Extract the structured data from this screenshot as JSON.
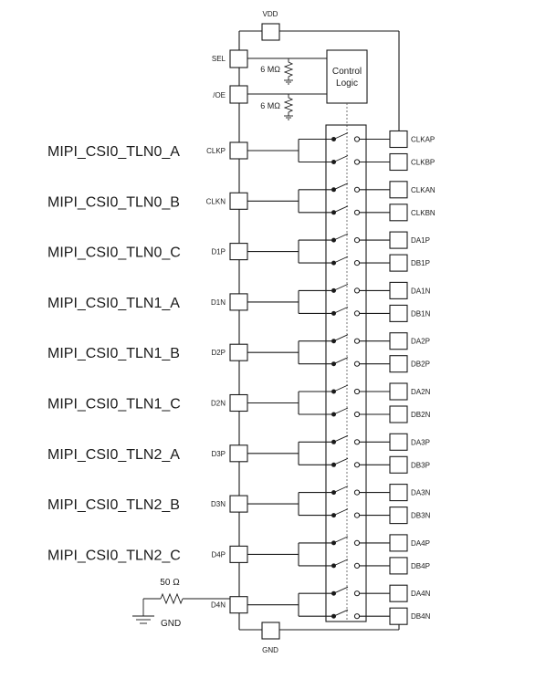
{
  "power": {
    "vdd": "VDD",
    "gnd": "GND"
  },
  "control": {
    "sel": "SEL",
    "oe": "/OE",
    "resistor_top": "6 MΩ",
    "resistor_bottom": "6 MΩ",
    "logic_line1": "Control",
    "logic_line2": "Logic"
  },
  "termination": {
    "resistor": "50 Ω",
    "gnd": "GND"
  },
  "channels": [
    {
      "signal": "MIPI_CSI0_TLN0_A",
      "input": "CLKP",
      "out_a": "CLKAP",
      "out_b": "CLKBP"
    },
    {
      "signal": "MIPI_CSI0_TLN0_B",
      "input": "CLKN",
      "out_a": "CLKAN",
      "out_b": "CLKBN"
    },
    {
      "signal": "MIPI_CSI0_TLN0_C",
      "input": "D1P",
      "out_a": "DA1P",
      "out_b": "DB1P"
    },
    {
      "signal": "MIPI_CSI0_TLN1_A",
      "input": "D1N",
      "out_a": "DA1N",
      "out_b": "DB1N"
    },
    {
      "signal": "MIPI_CSI0_TLN1_B",
      "input": "D2P",
      "out_a": "DA2P",
      "out_b": "DB2P"
    },
    {
      "signal": "MIPI_CSI0_TLN1_C",
      "input": "D2N",
      "out_a": "DA2N",
      "out_b": "DB2N"
    },
    {
      "signal": "MIPI_CSI0_TLN2_A",
      "input": "D3P",
      "out_a": "DA3P",
      "out_b": "DB3P"
    },
    {
      "signal": "MIPI_CSI0_TLN2_B",
      "input": "D3N",
      "out_a": "DA3N",
      "out_b": "DB3N"
    },
    {
      "signal": "MIPI_CSI0_TLN2_C",
      "input": "D4P",
      "out_a": "DA4P",
      "out_b": "DB4P"
    },
    {
      "signal": "",
      "input": "D4N",
      "out_a": "DA4N",
      "out_b": "DB4N"
    }
  ]
}
